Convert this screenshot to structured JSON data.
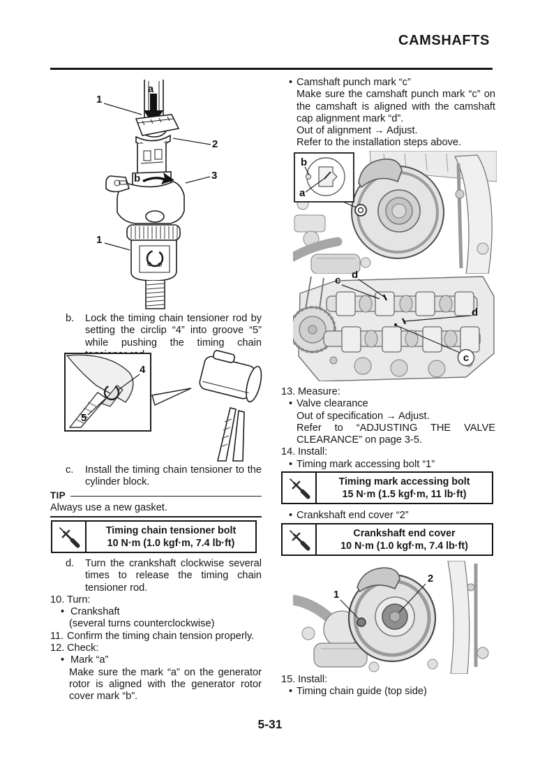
{
  "page": {
    "header_title": "CAMSHAFTS",
    "page_number": "5-31"
  },
  "figures": {
    "tensioner": {
      "label_a": "a",
      "label_1_top": "1",
      "label_2": "2",
      "label_3": "3",
      "label_b": "b",
      "label_1_bottom": "1"
    },
    "circlip": {
      "label_4": "4",
      "label_5": "5"
    },
    "rotor_cover": {
      "label_b": "b",
      "label_a": "a"
    },
    "camshaft_caps": {
      "label_c_top": "c",
      "label_d_top": "d",
      "label_d_right": "d",
      "label_c_bottom": "c"
    },
    "end_cover": {
      "label_1": "1",
      "label_2": "2"
    }
  },
  "left_column": {
    "step_b": {
      "label": "b.",
      "text": "Lock the timing chain tensioner rod by setting the circlip “4” into groove “5” while pushing the timing chain tensioner rod."
    },
    "step_c": {
      "label": "c.",
      "text": "Install the timing chain tensioner to the cylinder block."
    },
    "tip": {
      "label": "TIP",
      "text": "Always use a new gasket."
    },
    "torque_box_tensioner": {
      "title": "Timing chain tensioner bolt",
      "value": "10 N·m (1.0 kgf·m, 7.4 lb·ft)"
    },
    "step_d": {
      "label": "d.",
      "text": "Turn the crankshaft clockwise several times to release the timing chain tensioner rod."
    },
    "item_10": {
      "number": "10.",
      "title": "Turn:",
      "bullet": "Crankshaft",
      "note": "(several turns counterclockwise)"
    },
    "item_11": {
      "number": "11.",
      "title": "Confirm the timing chain tension properly."
    },
    "item_12": {
      "number": "12.",
      "title": "Check:",
      "bullet": "Mark “a”",
      "detail": "Make sure the mark “a” on the generator rotor is aligned with the generator rotor cover mark “b”."
    }
  },
  "right_column": {
    "punch_mark": {
      "bullet_title": "Camshaft punch mark “c”",
      "detail": "Make sure the camshaft punch mark “c” on the camshaft is aligned with the camshaft cap alignment mark “d”.",
      "result": "Out of alignment → Adjust.",
      "refer": "Refer to the installation steps above."
    },
    "item_13": {
      "number": "13.",
      "title": "Measure:",
      "bullet": "Valve clearance",
      "result": "Out of specification → Adjust.",
      "refer": "Refer to “ADJUSTING THE VALVE CLEARANCE” on page 3-5."
    },
    "item_14": {
      "number": "14.",
      "title": "Install:",
      "bullet": "Timing mark accessing bolt “1”"
    },
    "torque_box_accessing_bolt": {
      "title": "Timing mark accessing bolt",
      "value": "15 N·m (1.5 kgf·m, 11 lb·ft)"
    },
    "bullet_end_cover": "Crankshaft end cover “2”",
    "torque_box_end_cover": {
      "title": "Crankshaft end cover",
      "value": "10 N·m (1.0 kgf·m, 7.4 lb·ft)"
    },
    "item_15": {
      "number": "15.",
      "title": "Install:",
      "bullet": "Timing chain guide (top side)"
    }
  }
}
